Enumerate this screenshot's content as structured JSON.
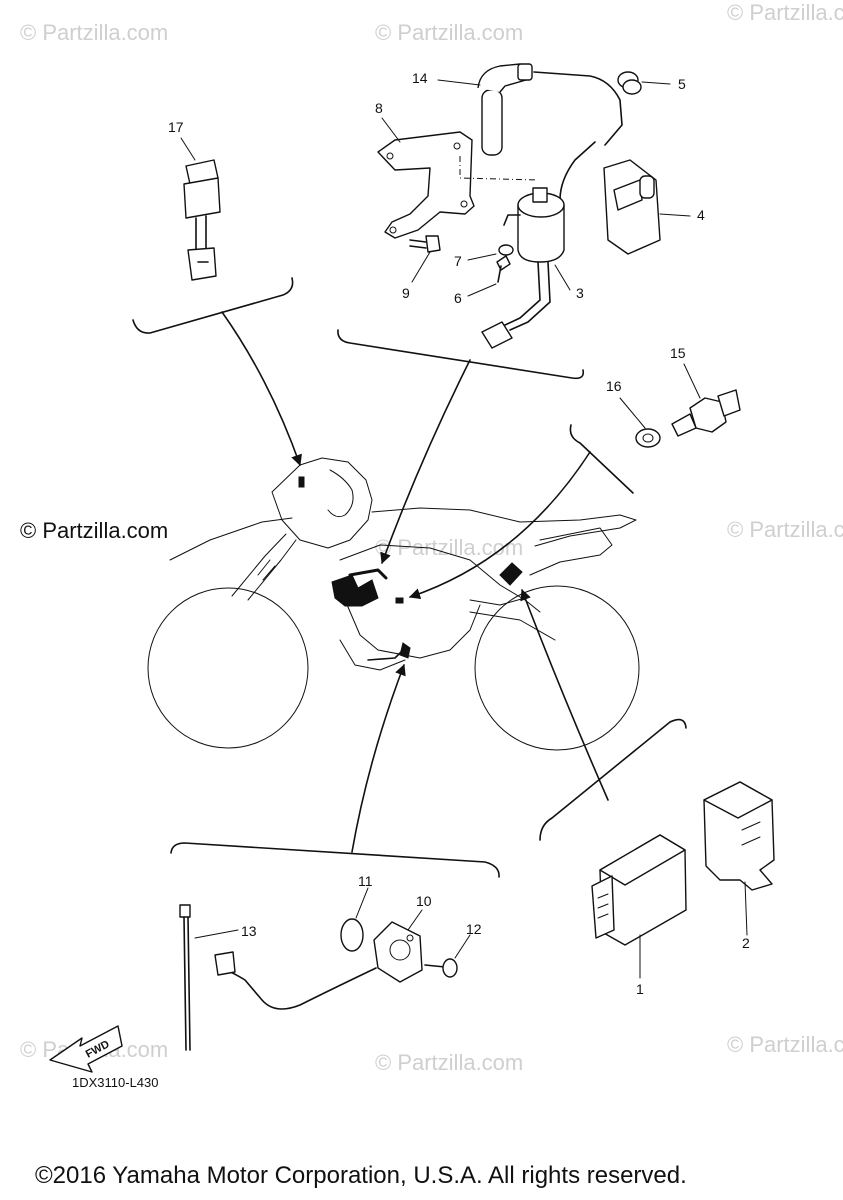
{
  "watermark": "© Partzilla.com",
  "diagram_code": "1DX3110-L430",
  "fwd_label": "FWD",
  "copyright": "©2016 Yamaha Motor Corporation, U.S.A. All rights reserved.",
  "callouts": {
    "p1": "1",
    "p2": "2",
    "p3": "3",
    "p4": "4",
    "p5": "5",
    "p6": "6",
    "p7": "7",
    "p8": "8",
    "p9": "9",
    "p10": "10",
    "p11": "11",
    "p12": "12",
    "p13": "13",
    "p14": "14",
    "p15": "15",
    "p16": "16",
    "p17": "17"
  }
}
